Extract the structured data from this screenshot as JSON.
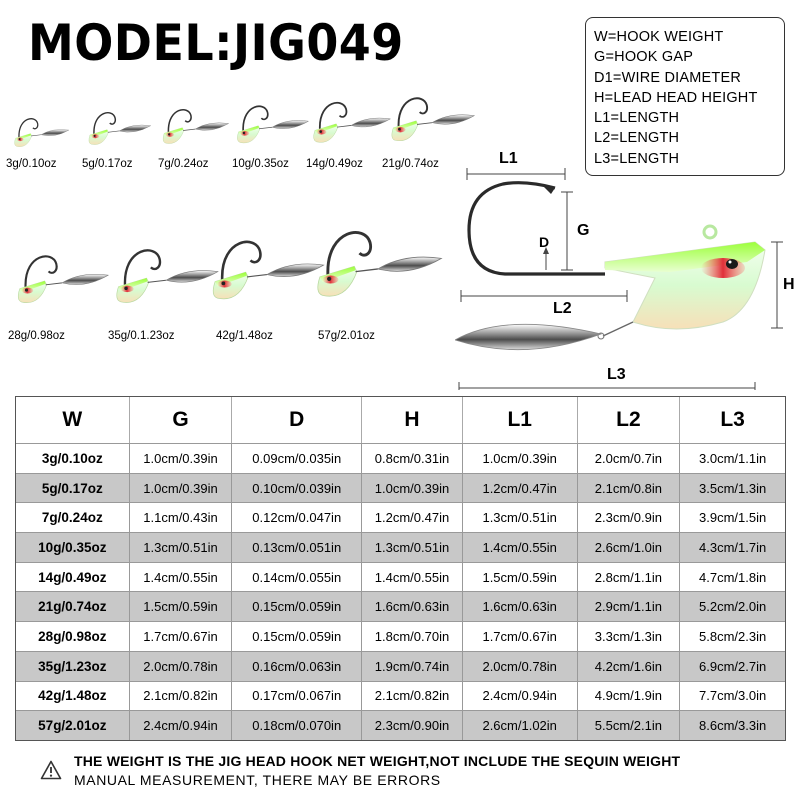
{
  "title": "MODEL:JIG049",
  "legend": [
    "W=HOOK WEIGHT",
    "G=HOOK GAP",
    "D1=WIRE DIAMETER",
    "H=LEAD HEAD HEIGHT",
    "L1=LENGTH",
    "L2=LENGTH",
    "L3=LENGTH"
  ],
  "lures": [
    {
      "label": "3g/0.10oz"
    },
    {
      "label": "5g/0.17oz"
    },
    {
      "label": "7g/0.24oz"
    },
    {
      "label": "10g/0.35oz"
    },
    {
      "label": "14g/0.49oz"
    },
    {
      "label": "21g/0.74oz"
    },
    {
      "label": "28g/0.98oz"
    },
    {
      "label": "35g/0.1.23oz"
    },
    {
      "label": "42g/1.48oz"
    },
    {
      "label": "57g/2.01oz"
    }
  ],
  "diagram": {
    "labels": {
      "l1": "L1",
      "g": "G",
      "d": "D",
      "l2": "L2",
      "h": "H",
      "l3": "L3"
    }
  },
  "table": {
    "headers": [
      "W",
      "G",
      "D",
      "H",
      "L1",
      "L2",
      "L3"
    ],
    "rows": [
      [
        "3g/0.10oz",
        "1.0cm/0.39in",
        "0.09cm/0.035in",
        "0.8cm/0.31in",
        "1.0cm/0.39in",
        "2.0cm/0.7in",
        "3.0cm/1.1in"
      ],
      [
        "5g/0.17oz",
        "1.0cm/0.39in",
        "0.10cm/0.039in",
        "1.0cm/0.39in",
        "1.2cm/0.47in",
        "2.1cm/0.8in",
        "3.5cm/1.3in"
      ],
      [
        "7g/0.24oz",
        "1.1cm/0.43in",
        "0.12cm/0.047in",
        "1.2cm/0.47in",
        "1.3cm/0.51in",
        "2.3cm/0.9in",
        "3.9cm/1.5in"
      ],
      [
        "10g/0.35oz",
        "1.3cm/0.51in",
        "0.13cm/0.051in",
        "1.3cm/0.51in",
        "1.4cm/0.55in",
        "2.6cm/1.0in",
        "4.3cm/1.7in"
      ],
      [
        "14g/0.49oz",
        "1.4cm/0.55in",
        "0.14cm/0.055in",
        "1.4cm/0.55in",
        "1.5cm/0.59in",
        "2.8cm/1.1in",
        "4.7cm/1.8in"
      ],
      [
        "21g/0.74oz",
        "1.5cm/0.59in",
        "0.15cm/0.059in",
        "1.6cm/0.63in",
        "1.6cm/0.63in",
        "2.9cm/1.1in",
        "5.2cm/2.0in"
      ],
      [
        "28g/0.98oz",
        "1.7cm/0.67in",
        "0.15cm/0.059in",
        "1.8cm/0.70in",
        "1.7cm/0.67in",
        "3.3cm/1.3in",
        "5.8cm/2.3in"
      ],
      [
        "35g/1.23oz",
        "2.0cm/0.78in",
        "0.16cm/0.063in",
        "1.9cm/0.74in",
        "2.0cm/0.78in",
        "4.2cm/1.6in",
        "6.9cm/2.7in"
      ],
      [
        "42g/1.48oz",
        "2.1cm/0.82in",
        "0.17cm/0.067in",
        "2.1cm/0.82in",
        "2.4cm/0.94in",
        "4.9cm/1.9in",
        "7.7cm/3.0in"
      ],
      [
        "57g/2.01oz",
        "2.4cm/0.94in",
        "0.18cm/0.070in",
        "2.3cm/0.90in",
        "2.6cm/1.02in",
        "5.5cm/2.1in",
        "8.6cm/3.3in"
      ]
    ]
  },
  "notes": {
    "line1": "THE WEIGHT IS THE JIG HEAD HOOK NET WEIGHT,NOT INCLUDE THE SEQUIN WEIGHT",
    "line2": "MANUAL MEASUREMENT, THERE MAY BE ERRORS",
    "icon": "warning-triangle-icon"
  },
  "colors": {
    "lure_green": "#b8ff6a",
    "lure_red": "#e0303a",
    "row_shade": "#c8c8c8"
  }
}
